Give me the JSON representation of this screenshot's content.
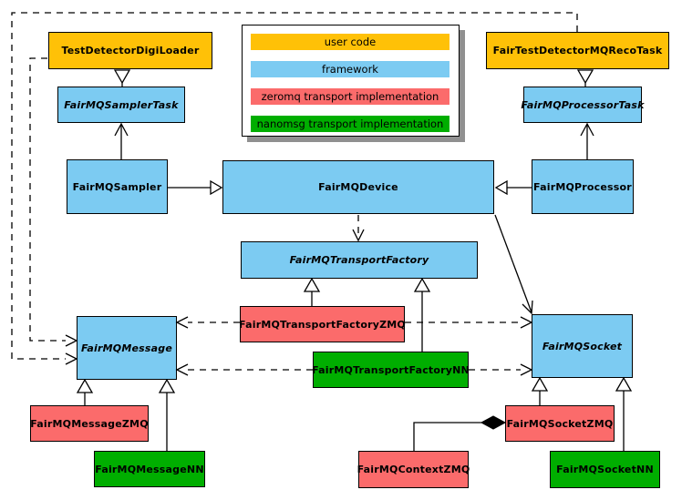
{
  "colors": {
    "user_code": "#FFC107",
    "framework": "#7CCBF2",
    "zeromq": "#FB6B6B",
    "nanomsg": "#00AE00",
    "line": "#000000",
    "background": "#FFFFFF",
    "legend_shadow": "#909090"
  },
  "legend": {
    "items": [
      {
        "label": "user code",
        "color": "#FFC107"
      },
      {
        "label": "framework",
        "color": "#7CCBF2"
      },
      {
        "label": "zeromq transport implementation",
        "color": "#FB6B6B"
      },
      {
        "label": "nanomsg transport implementation",
        "color": "#00AE00"
      }
    ]
  },
  "nodes": {
    "digiLoader": {
      "label": "TestDetectorDigiLoader",
      "category": "user code",
      "abstract": false
    },
    "recoTask": {
      "label": "FairTestDetectorMQRecoTask",
      "category": "user code",
      "abstract": false
    },
    "samplerTask": {
      "label": "FairMQSamplerTask",
      "category": "framework",
      "abstract": true
    },
    "processorTask": {
      "label": "FairMQProcessorTask",
      "category": "framework",
      "abstract": true
    },
    "sampler": {
      "label": "FairMQSampler",
      "category": "framework",
      "abstract": false
    },
    "device": {
      "label": "FairMQDevice",
      "category": "framework",
      "abstract": false
    },
    "processor": {
      "label": "FairMQProcessor",
      "category": "framework",
      "abstract": false
    },
    "transportFactory": {
      "label": "FairMQTransportFactory",
      "category": "framework",
      "abstract": true
    },
    "transportFactoryZMQ": {
      "label": "FairMQTransportFactoryZMQ",
      "category": "zeromq",
      "abstract": false
    },
    "transportFactoryNN": {
      "label": "FairMQTransportFactoryNN",
      "category": "nanomsg",
      "abstract": false
    },
    "message": {
      "label": "FairMQMessage",
      "category": "framework",
      "abstract": true
    },
    "socket": {
      "label": "FairMQSocket",
      "category": "framework",
      "abstract": true
    },
    "messageZMQ": {
      "label": "FairMQMessageZMQ",
      "category": "zeromq",
      "abstract": false
    },
    "messageNN": {
      "label": "FairMQMessageNN",
      "category": "nanomsg",
      "abstract": false
    },
    "socketZMQ": {
      "label": "FairMQSocketZMQ",
      "category": "zeromq",
      "abstract": false
    },
    "socketNN": {
      "label": "FairMQSocketNN",
      "category": "nanomsg",
      "abstract": false
    },
    "contextZMQ": {
      "label": "FairMQContextZMQ",
      "category": "zeromq",
      "abstract": false
    }
  },
  "edges": [
    {
      "from": "digiLoader",
      "to": "samplerTask",
      "type": "hollow-triangle",
      "line": "solid"
    },
    {
      "from": "recoTask",
      "to": "processorTask",
      "type": "hollow-triangle",
      "line": "solid"
    },
    {
      "from": "sampler",
      "to": "samplerTask",
      "type": "open-arrow",
      "line": "solid"
    },
    {
      "from": "processor",
      "to": "processorTask",
      "type": "open-arrow",
      "line": "solid"
    },
    {
      "from": "sampler",
      "to": "device",
      "type": "hollow-triangle",
      "line": "solid"
    },
    {
      "from": "processor",
      "to": "device",
      "type": "hollow-triangle",
      "line": "solid"
    },
    {
      "from": "device",
      "to": "transportFactory",
      "type": "open-arrow",
      "line": "dashed"
    },
    {
      "from": "device",
      "to": "socket",
      "type": "open-arrow",
      "line": "solid"
    },
    {
      "from": "transportFactoryZMQ",
      "to": "transportFactory",
      "type": "hollow-triangle",
      "line": "solid"
    },
    {
      "from": "transportFactoryNN",
      "to": "transportFactory",
      "type": "hollow-triangle",
      "line": "solid"
    },
    {
      "from": "transportFactoryZMQ",
      "to": "message",
      "type": "open-arrow",
      "line": "dashed"
    },
    {
      "from": "transportFactoryZMQ",
      "to": "socket",
      "type": "open-arrow",
      "line": "dashed"
    },
    {
      "from": "transportFactoryNN",
      "to": "message",
      "type": "open-arrow",
      "line": "dashed"
    },
    {
      "from": "transportFactoryNN",
      "to": "socket",
      "type": "open-arrow",
      "line": "dashed"
    },
    {
      "from": "digiLoader",
      "to": "message",
      "type": "open-arrow",
      "line": "dashed"
    },
    {
      "from": "recoTask",
      "to": "message",
      "type": "open-arrow",
      "line": "dashed"
    },
    {
      "from": "messageZMQ",
      "to": "message",
      "type": "hollow-triangle",
      "line": "solid"
    },
    {
      "from": "messageNN",
      "to": "message",
      "type": "hollow-triangle",
      "line": "solid"
    },
    {
      "from": "socketZMQ",
      "to": "socket",
      "type": "hollow-triangle",
      "line": "solid"
    },
    {
      "from": "socketNN",
      "to": "socket",
      "type": "hollow-triangle",
      "line": "solid"
    },
    {
      "from": "contextZMQ",
      "to": "socketZMQ",
      "type": "filled-diamond",
      "line": "solid"
    }
  ]
}
